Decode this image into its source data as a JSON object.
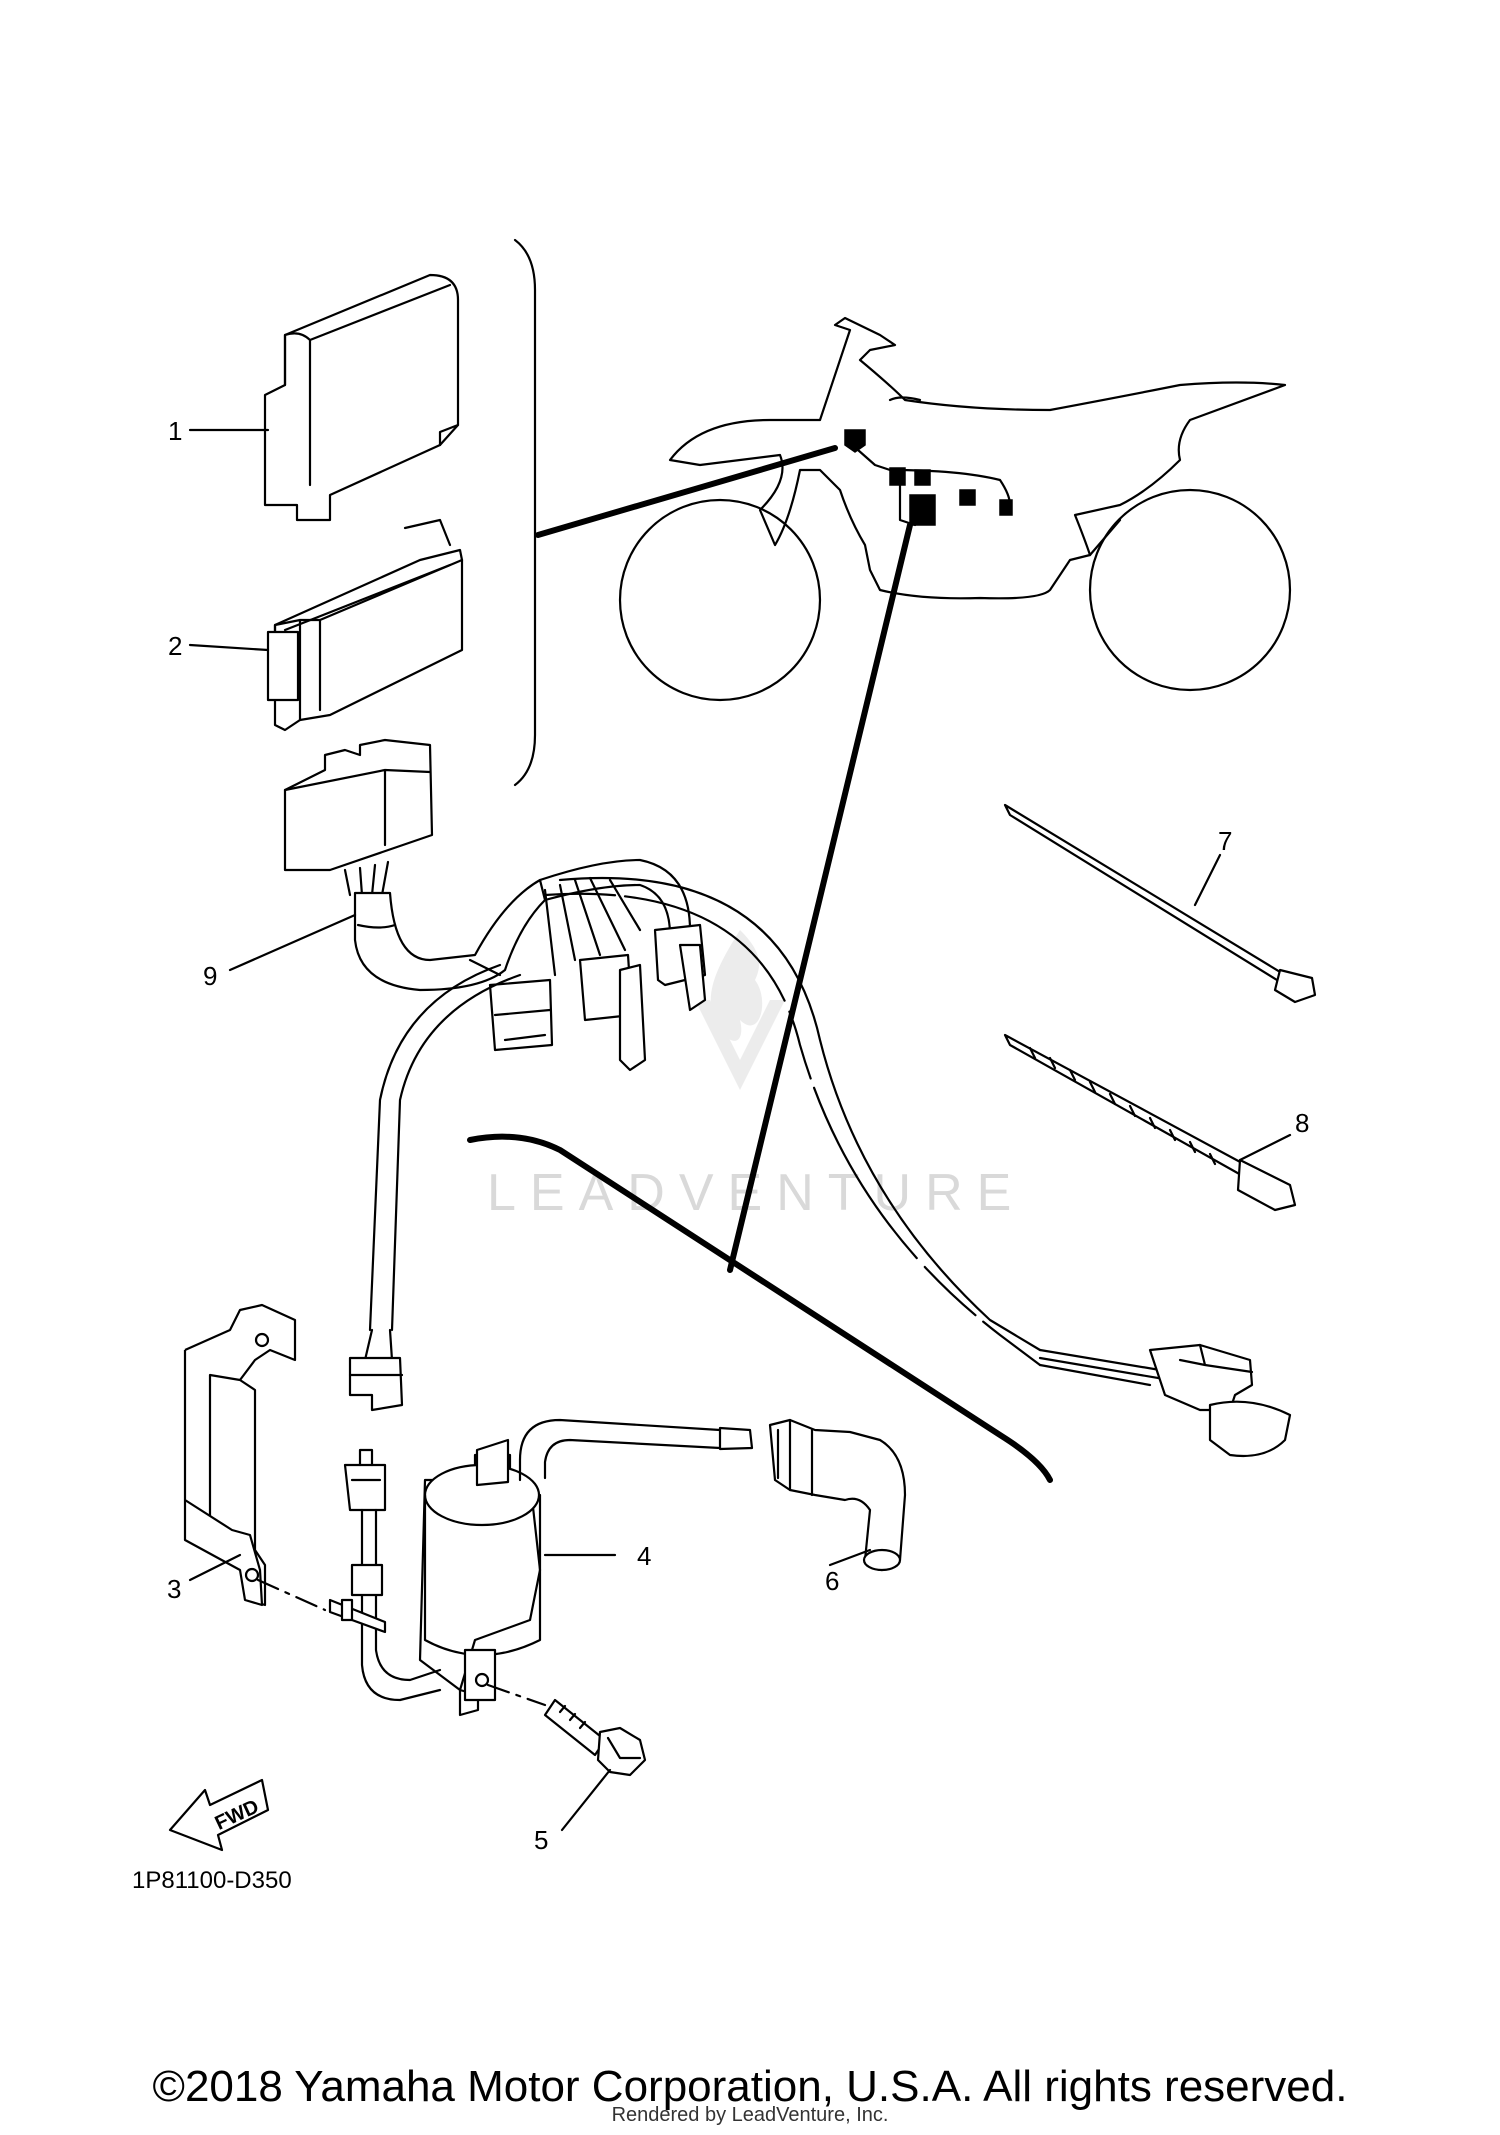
{
  "diagram": {
    "part_code": "1P81100-D350",
    "fwd_label": "FWD",
    "callouts": [
      "1",
      "2",
      "3",
      "4",
      "5",
      "6",
      "7",
      "8",
      "9"
    ],
    "watermark": {
      "text": "LEADVENTURE",
      "icon": "flame-v-logo-icon"
    }
  },
  "footer": {
    "copyright": "©2018 Yamaha Motor Corporation, U.S.A. All rights reserved.",
    "rendered_by": "Rendered by LeadVenture, Inc."
  }
}
